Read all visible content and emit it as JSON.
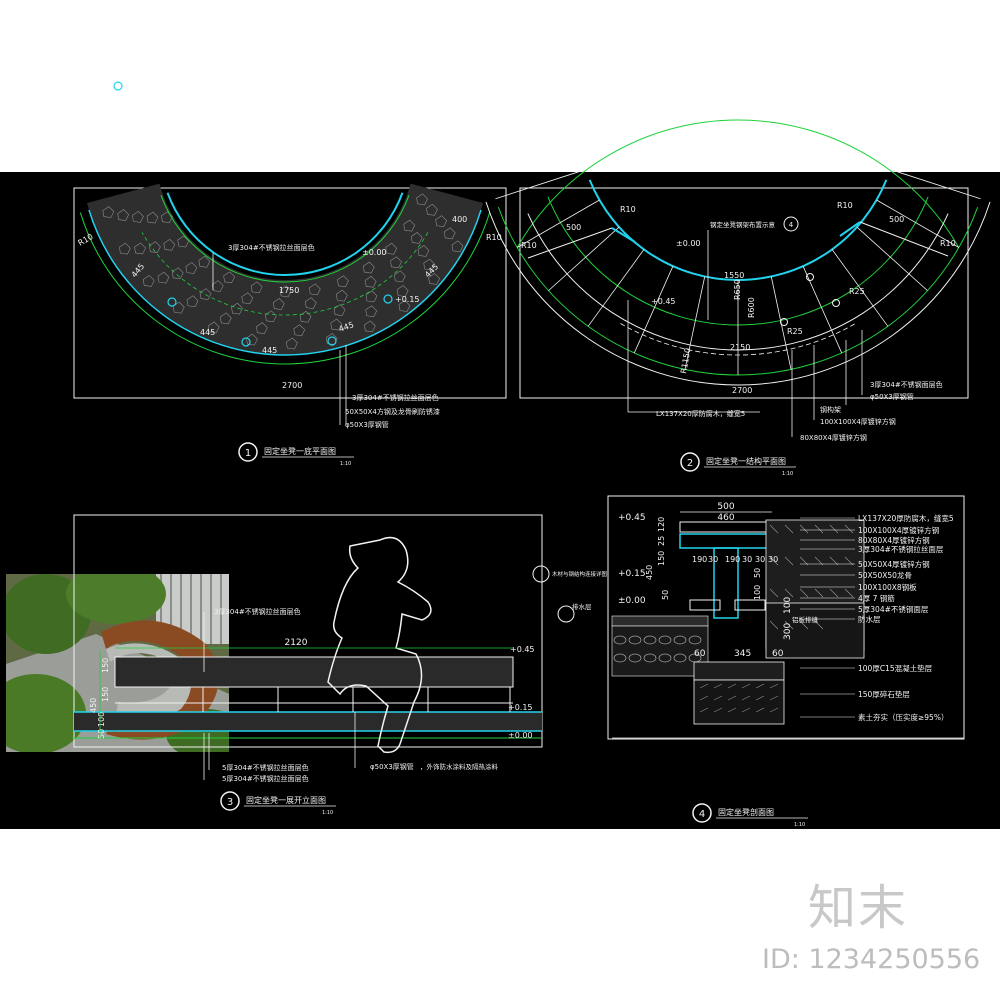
{
  "watermark": {
    "logo": "知末",
    "id": "ID: 1234250556"
  },
  "colors": {
    "green": "#1fd23c",
    "cyan": "#22d3ee",
    "white": "#f2f2f2",
    "yellow": "#e8e84a",
    "wood": "#8a4a22"
  },
  "views": [
    {
      "num": "1",
      "title": "固定坐凳一底平面图",
      "scale": "1:10"
    },
    {
      "num": "2",
      "title": "固定坐凳一结构平面图",
      "scale": "1:10"
    },
    {
      "num": "3",
      "title": "固定坐凳一展开立面图",
      "scale": "1:10"
    },
    {
      "num": "4",
      "title": "固定坐凳剖面图",
      "scale": "1:10"
    }
  ],
  "plan1": {
    "dims": [
      "R10",
      "400",
      "R10",
      "±0.00",
      "1750",
      "+0.15",
      "445",
      "445",
      "445",
      "445",
      "445",
      "2700"
    ],
    "notes": [
      "3厚304#不锈钢拉丝面层色",
      "3厚304#不锈钢拉丝面层色",
      "50X50X4方钢及龙骨刷防锈漆",
      "φ50X3厚钢管"
    ]
  },
  "plan2": {
    "dims": [
      "R10",
      "500",
      "R10",
      "R10",
      "500",
      "R10",
      "±0.00",
      "1550",
      "+0.45",
      "R650",
      "R600",
      "R25",
      "R25",
      "2150",
      "R1150",
      "2700"
    ],
    "notes": [
      "钢定坐凳钢架布置示意",
      "LX137X20厚防腐木，缝宽5",
      "3厚304#不锈钢面层色",
      "φ50X3厚钢管",
      "钢构架",
      "100X100X4厚镀锌方钢",
      "80X80X4厚镀锌方钢"
    ]
  },
  "elev3": {
    "dims": [
      "2120",
      "+0.45",
      "150",
      "450",
      "150",
      "+0.15",
      "50",
      "100",
      "±0.00"
    ],
    "notes": [
      "3厚304#不锈钢拉丝面层色",
      "5厚304#不锈钢拉丝面层色",
      "5厚304#不锈钢拉丝面层色",
      "φ50X3厚钢管",
      "，外饰防水涂料及隔热涂料"
    ]
  },
  "section4": {
    "dims": [
      "500",
      "460",
      "+0.45",
      "+0.15",
      "±0.00",
      "190",
      "30",
      "190",
      "30",
      "30",
      "30",
      "450",
      "150",
      "25",
      "120",
      "50",
      "100",
      "50",
      "60",
      "345",
      "60",
      "300",
      "100"
    ],
    "side": [
      "铝板排缝",
      "排水层"
    ],
    "notes": [
      "LX137X20厚防腐木，缝宽5",
      "100X100X4厚镀锌方钢",
      "80X80X4厚镀锌方钢",
      "3厚304#不锈钢拉丝面层",
      "50X50X4厚镀锌方钢",
      "50X50X50龙骨",
      "100X100X8钢板",
      "4厚 7 钢筋",
      "5厚304#不锈钢面层",
      "防水层",
      "100厚C15混凝土垫层",
      "150厚碎石垫层",
      "素土夯实（压实度≥95%）"
    ]
  }
}
